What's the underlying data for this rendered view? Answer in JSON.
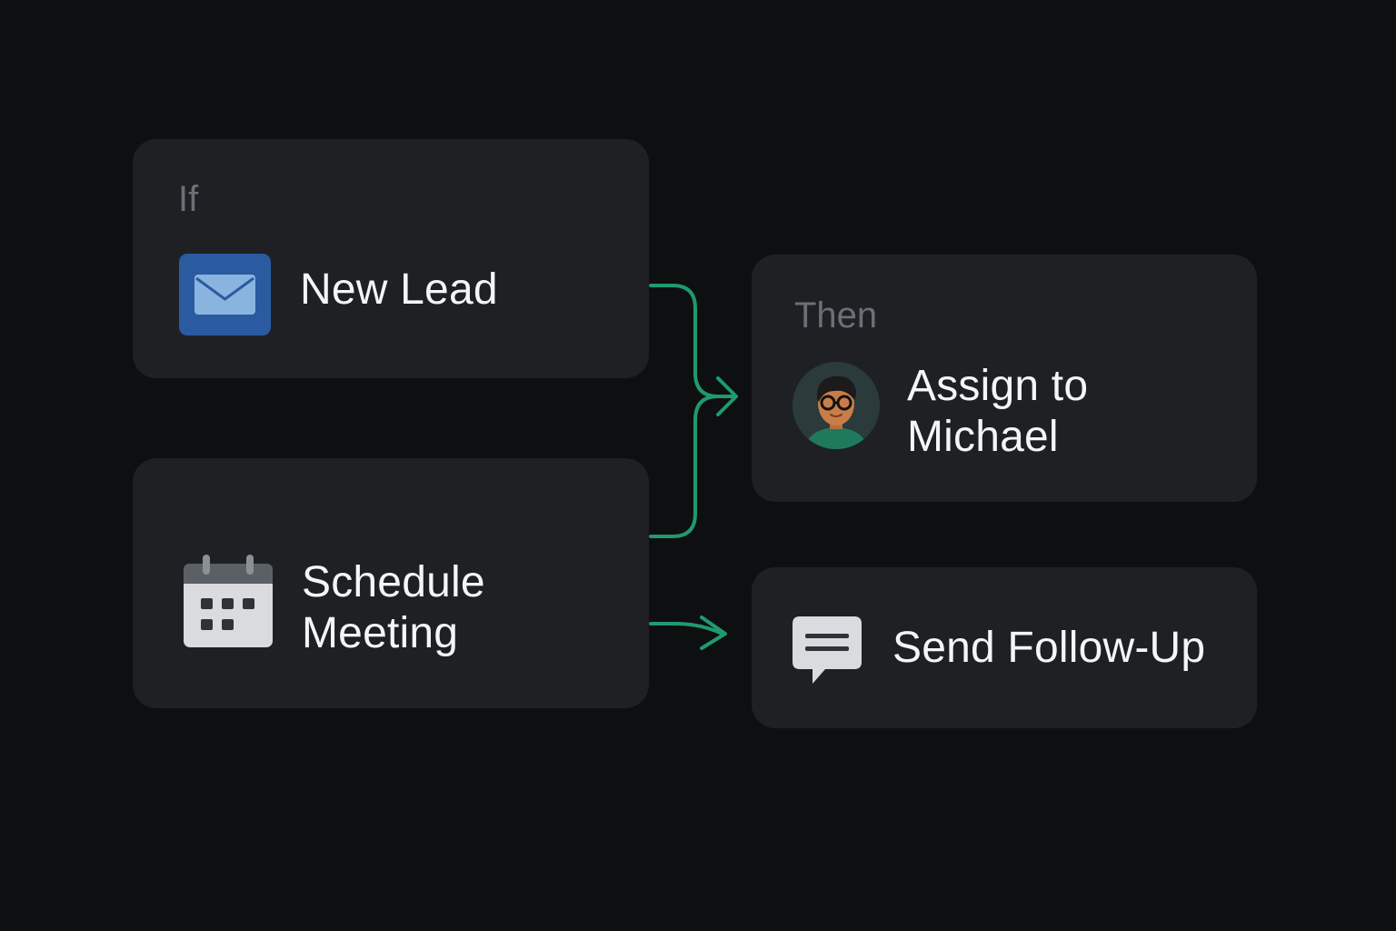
{
  "colors": {
    "background": "#0e0f11",
    "card": "#1e2024",
    "connector": "#1f9a6e",
    "label": "#6c6f75",
    "text": "#f4f5f7",
    "mail_icon_bg": "#2a5aa0",
    "mail_envelope": "#8ab4e0"
  },
  "trigger": {
    "label": "If",
    "new_lead": {
      "title": "New Lead",
      "icon": "mail-icon"
    }
  },
  "schedule_meeting": {
    "title_line1": "Schedule",
    "title_line2": "Meeting",
    "icon": "calendar-icon"
  },
  "action": {
    "label": "Then",
    "assign": {
      "title_line1": "Assign to",
      "title_line2": "Michael",
      "icon": "avatar-icon"
    }
  },
  "follow_up": {
    "title": "Send Follow-Up",
    "icon": "chat-bubble-icon"
  }
}
